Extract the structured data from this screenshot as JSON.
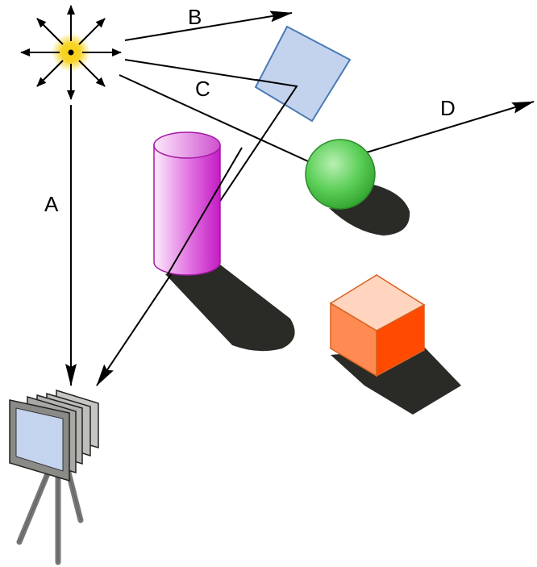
{
  "diagram": {
    "ray_labels": {
      "a": "A",
      "b": "B",
      "c": "C",
      "d": "D"
    },
    "icons": {
      "light": "light-source-icon",
      "camera": "camera-icon"
    },
    "colors": {
      "ray": "#000000",
      "light_core": "#f7d21c",
      "mirror_fill": "#c0d0ec",
      "mirror_stroke": "#3c6fb0",
      "cylinder_dark": "#c41cc4",
      "cylinder_light": "#fce8fc",
      "sphere_light": "#b9f0b4",
      "sphere_dark": "#2fb02d",
      "cube_front": "#ff8b52",
      "cube_top": "#ffd5c0",
      "cube_side": "#ff4a00",
      "shadow": "#2a2a26",
      "camera_screen": "#c4d4ee"
    }
  }
}
